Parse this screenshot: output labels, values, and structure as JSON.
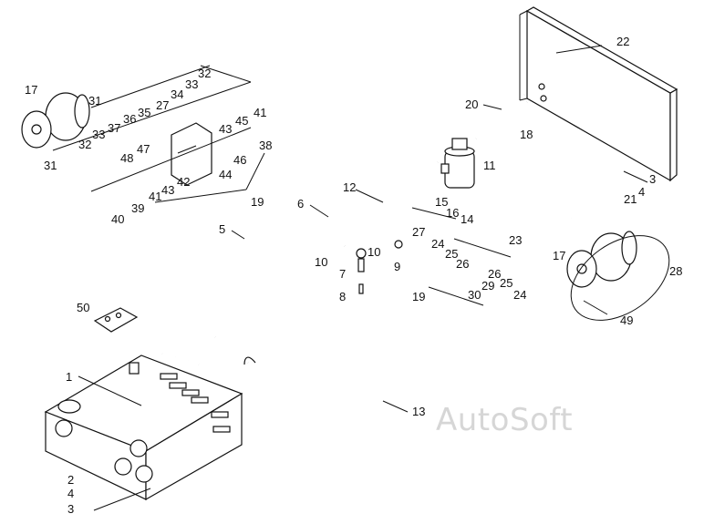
{
  "watermark": "AutoSoft",
  "callouts": {
    "c1": "1",
    "c2": "2",
    "c3a": "3",
    "c4a": "4",
    "c3b": "3",
    "c4b": "4",
    "c5": "5",
    "c6": "6",
    "c7": "7",
    "c8": "8",
    "c9": "9",
    "c10a": "10",
    "c10b": "10",
    "c11": "11",
    "c12": "12",
    "c13": "13",
    "c14": "14",
    "c15": "15",
    "c16": "16",
    "c17a": "17",
    "c17b": "17",
    "c18": "18",
    "c19a": "19",
    "c19b": "19",
    "c20": "20",
    "c21": "21",
    "c22": "22",
    "c23": "23",
    "c24a": "24",
    "c24b": "24",
    "c25a": "25",
    "c25b": "25",
    "c26a": "26",
    "c26b": "26",
    "c27a": "27",
    "c27b": "27",
    "c28": "28",
    "c29": "29",
    "c30": "30",
    "c31a": "31",
    "c31b": "31",
    "c32a": "32",
    "c32b": "32",
    "c33a": "33",
    "c33b": "33",
    "c34": "34",
    "c35": "35",
    "c36": "36",
    "c37": "37",
    "c38": "38",
    "c39": "39",
    "c40": "40",
    "c41a": "41",
    "c41b": "41",
    "c42": "42",
    "c43a": "43",
    "c43b": "43",
    "c44": "44",
    "c45": "45",
    "c46": "46",
    "c47": "47",
    "c48": "48",
    "c49": "49",
    "c50": "50"
  }
}
